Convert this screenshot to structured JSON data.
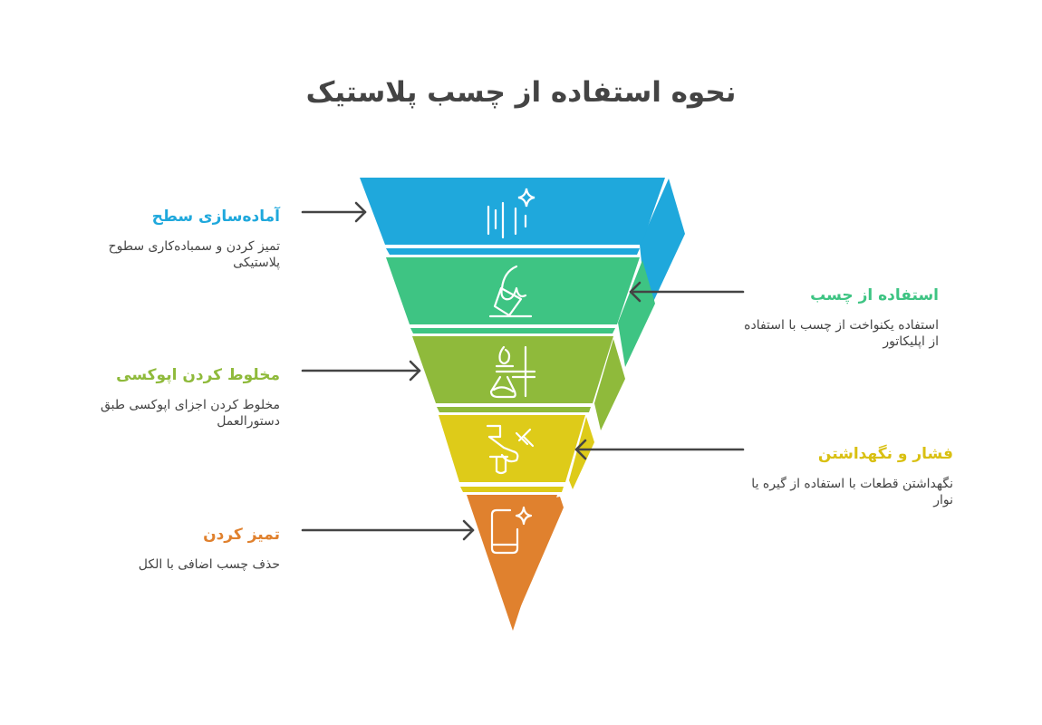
{
  "title": "نحوه استفاده از چسب پلاستیک",
  "colors": {
    "blue": "#1FA8DC",
    "green": "#3EC483",
    "olive": "#8FBA3B",
    "yellow": "#DECB19",
    "orange": "#E0812E",
    "arrow": "#444444",
    "text": "#444444"
  },
  "steps": [
    {
      "heading": "آماده‌سازی سطح",
      "description": "تمیز کردن و سمباده‌کاری سطوح پلاستیکی",
      "icon": "sanding-sparkle-icon",
      "color": "#1FA8DC",
      "side": "left"
    },
    {
      "heading": "استفاده از چسب",
      "description": "استفاده یکنواخت از چسب با استفاده از اپلیکاتور",
      "icon": "glue-applicator-icon",
      "color": "#3EC483",
      "side": "right"
    },
    {
      "heading": "مخلوط کردن اپوکسی",
      "description": "مخلوط کردن اجزای اپوکسی طبق دستورالعمل",
      "icon": "lab-burner-flask-icon",
      "color": "#8FBA3B",
      "side": "left"
    },
    {
      "heading": "فشار و نگهداشتن",
      "description": "نگهداشتن قطعات با استفاده از گیره یا نوار",
      "icon": "clamp-icon",
      "color": "#DECB19",
      "side": "right"
    },
    {
      "heading": "تمیز کردن",
      "description": "حذف چسب اضافی با الکل",
      "icon": "clean-surface-sparkle-icon",
      "color": "#E0812E",
      "side": "left"
    }
  ]
}
